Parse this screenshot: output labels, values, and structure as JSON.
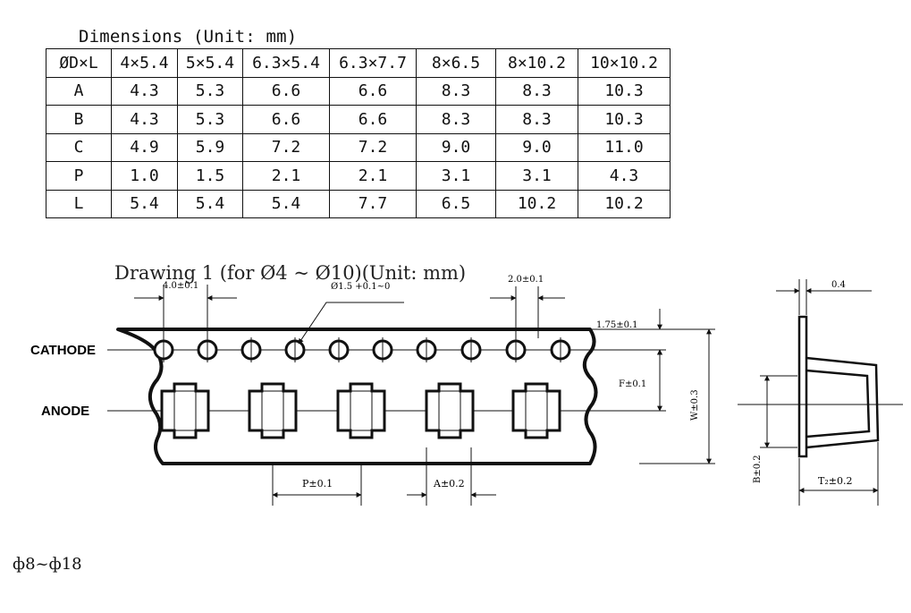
{
  "dimensions": {
    "caption": "Dimensions (Unit: mm)",
    "header": [
      "ØD×L",
      "4×5.4",
      "5×5.4",
      "6.3×5.4",
      "6.3×7.7",
      "8×6.5",
      "8×10.2",
      "10×10.2"
    ],
    "rows": [
      [
        "A",
        "4.3",
        "5.3",
        "6.6",
        "6.6",
        "8.3",
        "8.3",
        "10.3"
      ],
      [
        "B",
        "4.3",
        "5.3",
        "6.6",
        "6.6",
        "8.3",
        "8.3",
        "10.3"
      ],
      [
        "C",
        "4.9",
        "5.9",
        "7.2",
        "7.2",
        "9.0",
        "9.0",
        "11.0"
      ],
      [
        "P",
        "1.0",
        "1.5",
        "2.1",
        "2.1",
        "3.1",
        "3.1",
        "4.3"
      ],
      [
        "L",
        "5.4",
        "5.4",
        "5.4",
        "7.7",
        "6.5",
        "10.2",
        "10.2"
      ]
    ]
  },
  "drawing": {
    "title": "Drawing 1 (for Ø4 ~ Ø10)(Unit: mm)",
    "cathode_label": "CATHODE",
    "anode_label": "ANODE",
    "dim_pitch_top": "4.0±0.1",
    "dim_hole": "Ø1.5 +0.1~0",
    "dim_top_right": "2.0±0.1",
    "dim_edge": "1.75±0.1",
    "dim_f": "F±0.1",
    "dim_w": "W±0.3",
    "dim_p": "P±0.1",
    "dim_a": "A±0.2",
    "side_thickness": "0.4",
    "side_b": "B±0.2",
    "side_t2": "T₂±0.2"
  },
  "footer": "ф8~ф18"
}
